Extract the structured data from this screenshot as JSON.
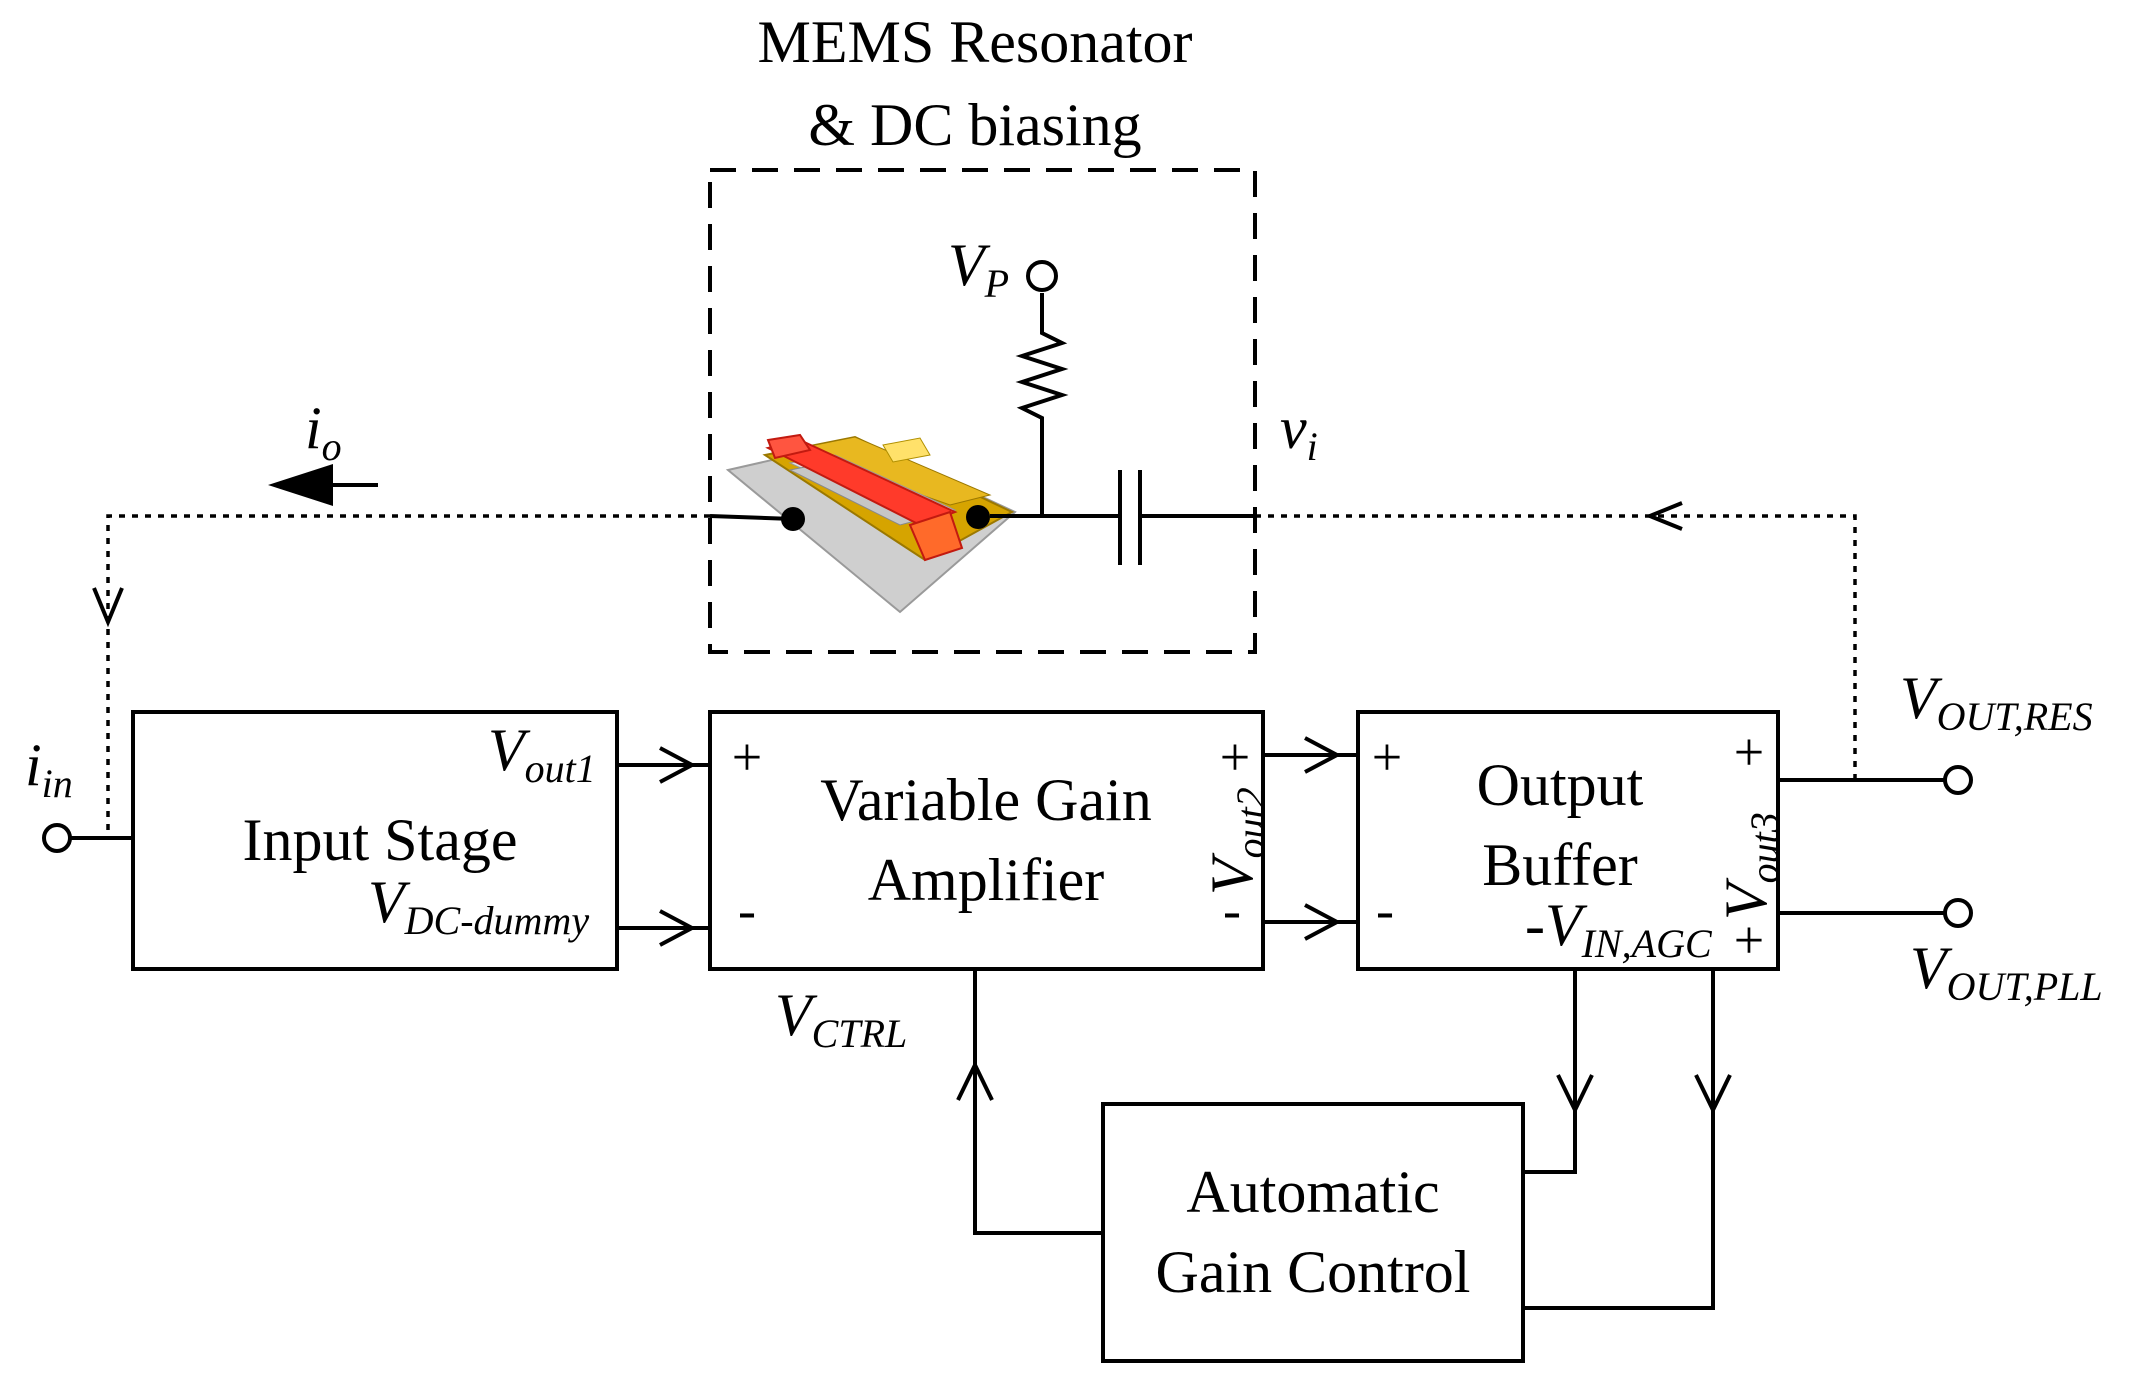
{
  "resonator": {
    "title_line1": "MEMS Resonator",
    "title_line2": "& DC biasing",
    "vp": {
      "main": "V",
      "sub": "P"
    },
    "vi": {
      "main": "v",
      "sub": "i"
    }
  },
  "io": {
    "main": "i",
    "sub": "o"
  },
  "iin": {
    "main": "i",
    "sub": "in"
  },
  "input_stage": {
    "label": "Input Stage",
    "vout1": {
      "main": "V",
      "sub": "out1"
    },
    "vdc": {
      "main": "V",
      "sub": "DC-dummy"
    }
  },
  "vga": {
    "line1": "Variable Gain",
    "line2": "Amplifier",
    "plus": "+",
    "minus": "-",
    "vout2": {
      "main": "V",
      "sub": "out2"
    },
    "vctrl": {
      "main": "V",
      "sub": "CTRL"
    }
  },
  "buffer": {
    "line1": "Output",
    "line2": "Buffer",
    "plus": "+",
    "minus": "-",
    "vout3": {
      "main": "V",
      "sub": "out3"
    },
    "vin_agc": {
      "main": "-V",
      "sub": "IN,AGC"
    }
  },
  "agc": {
    "line1": "Automatic",
    "line2": "Gain Control"
  },
  "outputs": {
    "res": {
      "main": "V",
      "sub": "OUT,RES"
    },
    "pll": {
      "main": "V",
      "sub": "OUT,PLL"
    }
  }
}
